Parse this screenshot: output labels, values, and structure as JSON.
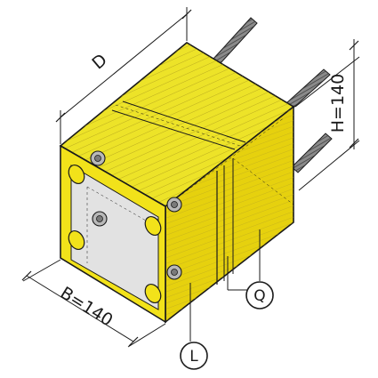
{
  "dimensions": {
    "depth_label": "D",
    "width_label": "B=140",
    "height_label": "H=140"
  },
  "callouts": {
    "q_label": "Q",
    "l_label": "L"
  },
  "colors": {
    "insulation_yellow": "#f2e21a",
    "insulation_side": "#e6d10e",
    "insulation_top": "#ede328",
    "hatch": "#a8961a",
    "inner_panel": "#e2e2e2",
    "rod": "#8a8a8a",
    "line": "#1a1a1a"
  }
}
